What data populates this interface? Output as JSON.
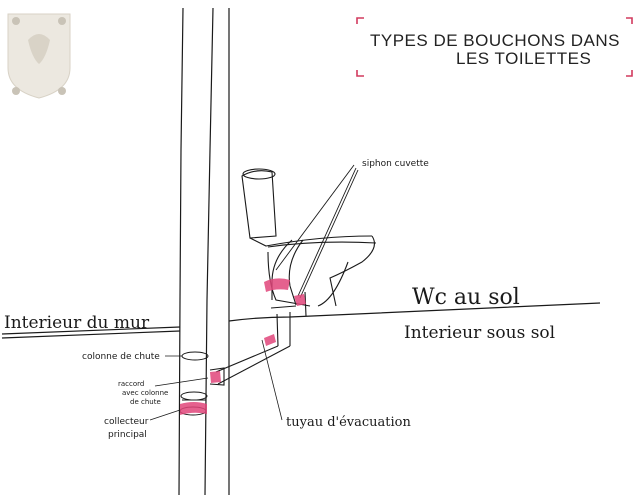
{
  "title": {
    "line1": "TYPES DE BOUCHONS DANS",
    "line2": "LES TOILETTES"
  },
  "labels": {
    "siphon": "siphon cuvette",
    "wc_au_sol": "Wc au sol",
    "interieur_sous_sol": "Interieur sous sol",
    "interieur_du_mur": "Interieur du mur",
    "colonne_de_chute": "colonne de chute",
    "raccord_line1": "raccord",
    "raccord_line2": "avec colonne",
    "raccord_line3": "de chute",
    "collecteur_line1": "collecteur",
    "collecteur_line2": "principal",
    "tuyau": "tuyau d'évacuation"
  },
  "colors": {
    "blockage": "#e0457a",
    "title_bracket": "#d23a5e",
    "ink": "#1a1a1a",
    "badge": "#e8e4dc"
  }
}
